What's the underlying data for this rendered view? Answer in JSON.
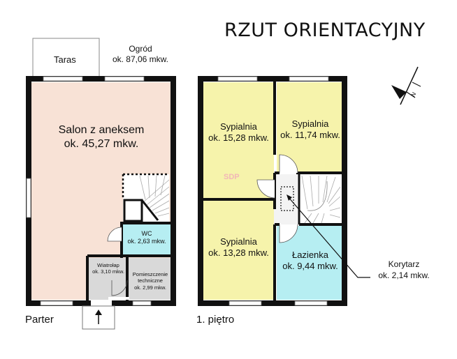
{
  "title": "RZUT ORIENTACYJNY",
  "outdoor": {
    "taras": "Taras",
    "ogrod_name": "Ogród",
    "ogrod_area": "ok. 87,06 mkw."
  },
  "floors": {
    "ground_label": "Parter",
    "first_label": "1. piętro"
  },
  "rooms": {
    "salon": {
      "name": "Salon z aneksem",
      "area": "ok. 45,27 mkw.",
      "color": "#f8e2d6"
    },
    "wc": {
      "name": "WC",
      "area": "ok. 2,63 mkw.",
      "color": "#b6eef2"
    },
    "wiatrolap": {
      "name": "Wiatrołap",
      "area": "ok. 3,10 mkw.",
      "color": "#d9d9d9"
    },
    "techniczne": {
      "name_line1": "Pomieszczenie",
      "name_line2": "techniczne",
      "area": "ok. 2,99 mkw.",
      "color": "#d9d9d9"
    },
    "sypialnia1": {
      "name": "Sypialnia",
      "area": "ok. 15,28 mkw.",
      "color": "#f6f3ab"
    },
    "sypialnia2": {
      "name": "Sypialnia",
      "area": "ok. 11,74 mkw.",
      "color": "#f6f3ab"
    },
    "sypialnia3": {
      "name": "Sypialnia",
      "area": "ok. 13,28 mkw.",
      "color": "#f6f3ab"
    },
    "lazienka": {
      "name": "Łazienka",
      "area": "ok. 9,44 mkw.",
      "color": "#b6eef2"
    },
    "korytarz": {
      "name": "Korytarz",
      "area": "ok. 2,14 mkw.",
      "color": "#f3f3f3"
    }
  },
  "compass": {
    "letter": "N"
  },
  "watermark": "SDP",
  "colors": {
    "wall": "#111111",
    "window": "#ffffff",
    "stairs": "#ffffff"
  }
}
